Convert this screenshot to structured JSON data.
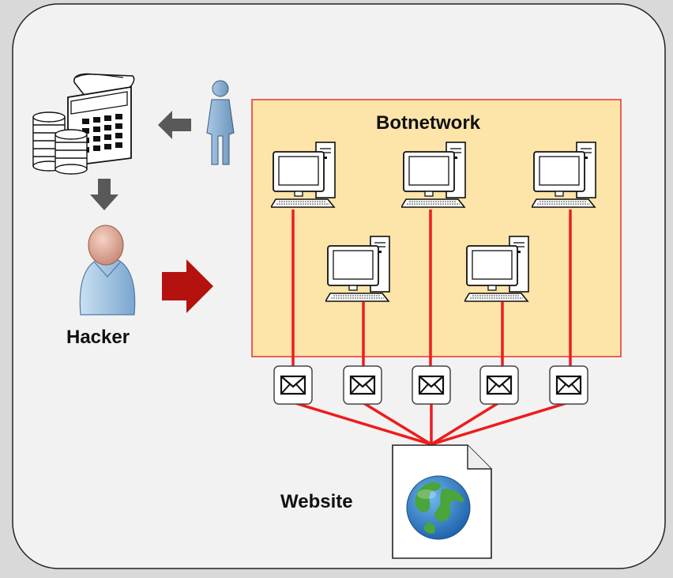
{
  "diagram": {
    "labels": {
      "hacker": "Hacker",
      "botnetwork": "Botnetwork",
      "website": "Website"
    },
    "nodes": {
      "person": "person-icon",
      "payment": "cash-register-icon",
      "hacker": "hacker-icon",
      "computers": [
        "computer-icon",
        "computer-icon",
        "computer-icon",
        "computer-icon",
        "computer-icon"
      ],
      "messages": [
        "envelope-icon",
        "envelope-icon",
        "envelope-icon",
        "envelope-icon",
        "envelope-icon"
      ],
      "website": "globe-icon"
    },
    "colors": {
      "canvas": "#f2f2f2",
      "botnet_fill": "#fde4a8",
      "botnet_border": "#e8312b",
      "connector": "#ee1c1c",
      "gray_arrow": "#595959",
      "red_arrow": "#b5120f"
    }
  }
}
